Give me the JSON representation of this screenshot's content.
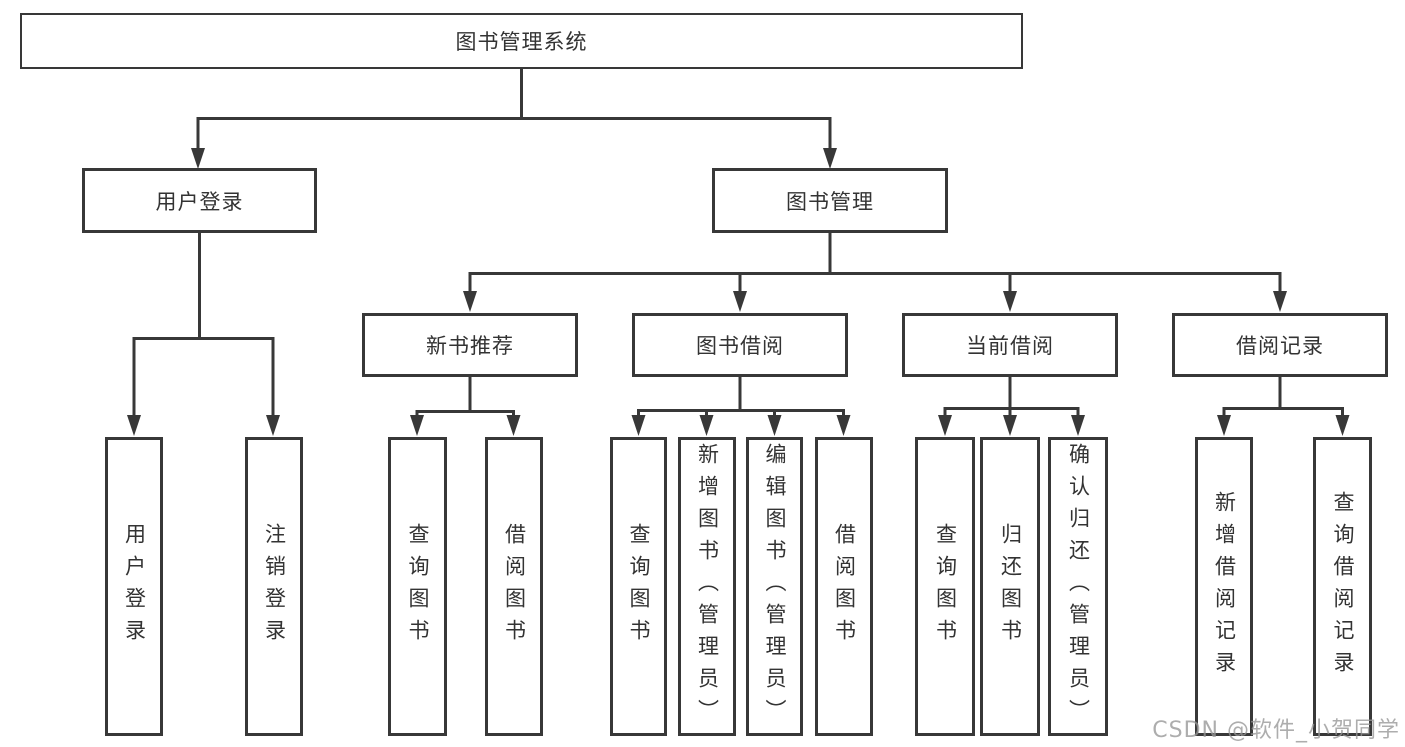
{
  "tree": {
    "root": {
      "label": "图书管理系统"
    },
    "level2": [
      {
        "label": "用户登录",
        "leaves": [
          {
            "label": "用户登录"
          },
          {
            "label": "注销登录"
          }
        ]
      },
      {
        "label": "图书管理",
        "groups": [
          {
            "label": "新书推荐",
            "leaves": [
              {
                "label": "查询图书"
              },
              {
                "label": "借阅图书"
              }
            ]
          },
          {
            "label": "图书借阅",
            "leaves": [
              {
                "label": "查询图书"
              },
              {
                "label": "新增图书（管理员）"
              },
              {
                "label": "编辑图书（管理员）"
              },
              {
                "label": "借阅图书"
              }
            ]
          },
          {
            "label": "当前借阅",
            "leaves": [
              {
                "label": "查询图书"
              },
              {
                "label": "归还图书"
              },
              {
                "label": "确认归还（管理员）"
              }
            ]
          },
          {
            "label": "借阅记录",
            "leaves": [
              {
                "label": "新增借阅记录"
              },
              {
                "label": "查询借阅记录"
              }
            ]
          }
        ]
      }
    ]
  },
  "watermark": {
    "text": "CSDN @软件_小贺同学"
  },
  "colors": {
    "line": "#383838",
    "text": "#333333",
    "watermark": "#969696",
    "background": "#ffffff"
  }
}
